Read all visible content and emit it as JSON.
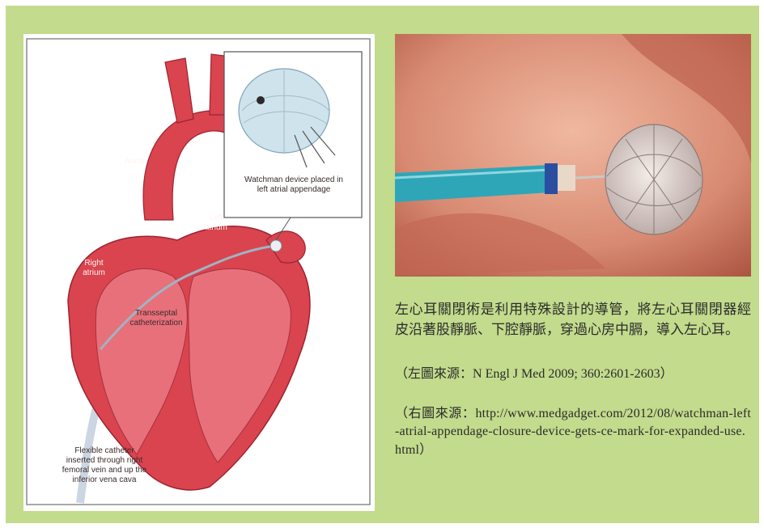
{
  "left_figure": {
    "labels": {
      "aorta": "Aorta",
      "inset_caption": "Watchman device placed in\nleft atrial appendage",
      "left_atrium": "Left\natrium",
      "right_atrium": "Right\natrium",
      "transseptal": "Transseptal\ncatheterization",
      "catheter": "Flexible catheter\ninserted through right\nfemoral vein and up the\ninferior vena cava"
    }
  },
  "caption": {
    "text": "左心耳關閉術是利用特殊設計的導管，將左心耳關閉器經皮沿著股靜脈、下腔靜脈，穿過心房中膈，導入左心耳。"
  },
  "sources": {
    "left_prefix": "（左圖來源：",
    "left_ref": "N Engl J Med 2009; 360:2601-2603",
    "left_suffix": "）",
    "right_prefix": "（右圖來源：",
    "right_ref": "http://www.medgadget.com/2012/08/watchman-left-atrial-appendage-closure-device-gets-ce-mark-for-expanded-use.html",
    "right_suffix": "）"
  },
  "colors": {
    "panel_background": "#c2db8c",
    "heart_red": "#d9444f",
    "heart_inner": "#e8707a",
    "catheter_teal": "#2fa6b8"
  }
}
